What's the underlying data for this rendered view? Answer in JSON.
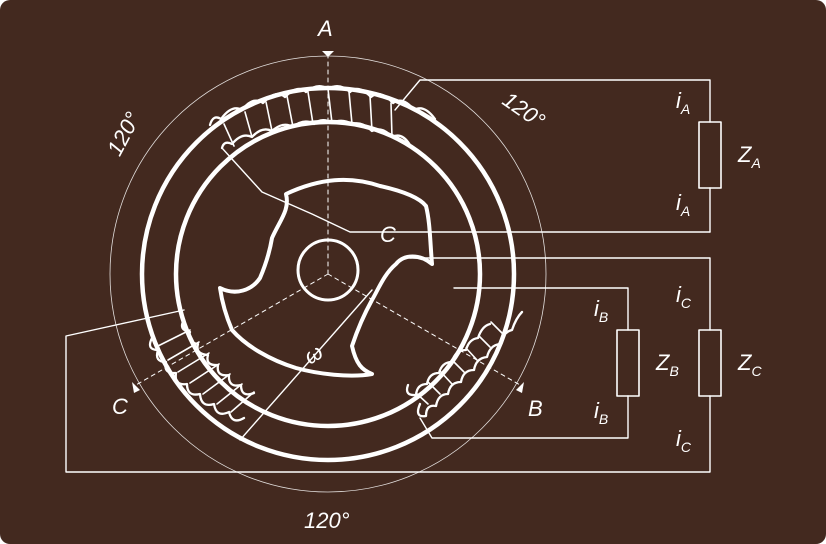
{
  "labels": {
    "pole_a": "A",
    "pole_b": "B",
    "pole_c": "C",
    "center_c": "C",
    "rotor_omega": "ω",
    "angle_top_left": "120°",
    "angle_top_right": "120°",
    "angle_bottom": "120°"
  },
  "loads": {
    "a": {
      "i": "i",
      "i_sub": "A",
      "z": "Z",
      "z_sub": "A"
    },
    "b": {
      "i": "i",
      "i_sub": "B",
      "z": "Z",
      "z_sub": "B"
    },
    "c": {
      "i": "i",
      "i_sub": "C",
      "z": "Z",
      "z_sub": "C"
    }
  },
  "colors": {
    "background": "#43291f",
    "line": "#ffffff"
  }
}
